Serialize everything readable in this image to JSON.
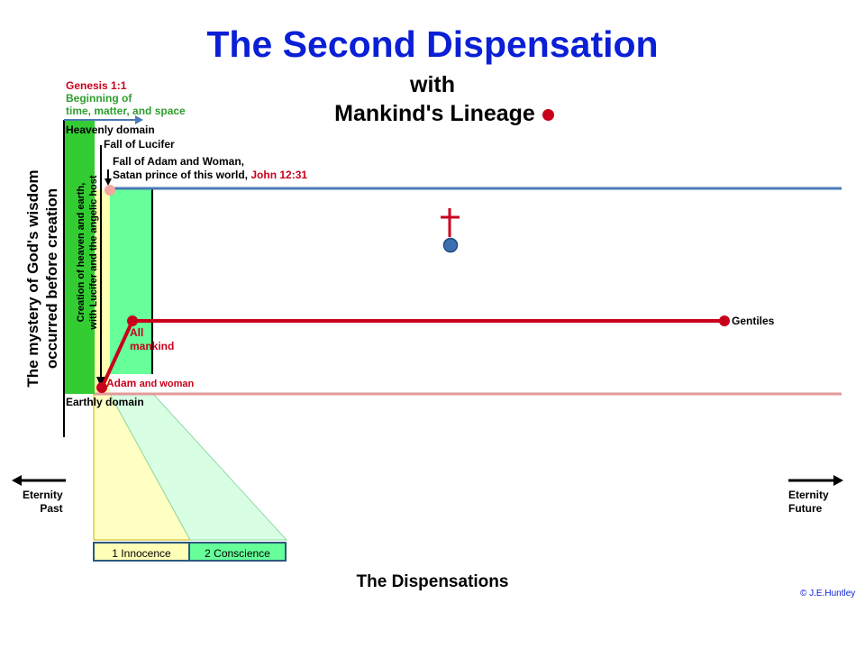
{
  "title": "The Second Dispensation",
  "subtitle_line1": "with",
  "subtitle_line2": "Mankind's Lineage",
  "labels": {
    "genesis": "Genesis 1:1",
    "beginning_line1": "Beginning of",
    "beginning_line2": "time, matter, and space",
    "heavenly_domain": "Heavenly domain",
    "fall_of_lucifer": "Fall of Lucifer",
    "fall_adam_line1": "Fall of Adam and Woman,",
    "fall_adam_line2": "Satan prince of this world,",
    "john_ref": "John 12:31",
    "mystery_line1": "The mystery of God's wisdom",
    "mystery_line2": "occurred before creation",
    "creation_line1": "Creation of heaven and earth,",
    "creation_line2": "with Lucifer and the angelic host",
    "earthly_domain": "Earthly domain",
    "all_line1": "All",
    "all_line2": "mankind",
    "adam": "Adam",
    "and_woman": "and woman",
    "gentiles": "Gentiles",
    "eternity_past_line1": "Eternity",
    "eternity_past_line2": "Past",
    "eternity_future_line1": "Eternity",
    "eternity_future_line2": "Future"
  },
  "dispensations": {
    "items": [
      "1 Innocence",
      "2 Conscience"
    ],
    "title": "The Dispensations"
  },
  "copyright": "© J.E.Huntley",
  "colors": {
    "title_blue": "#0a1fd6",
    "lineage_red": "#c8001c",
    "heaven_line_blue": "#4a7ab5",
    "earth_line_pink": "#e39a9a",
    "creation_green": "#33cc33",
    "conscience_green": "#66ff99",
    "innocence_yellow": "#ffffb8",
    "cross_red": "#c8001c",
    "circle_blue": "#3a6fb0"
  }
}
